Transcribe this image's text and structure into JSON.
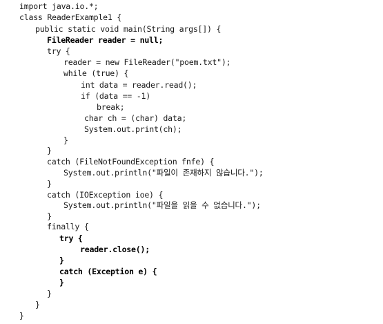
{
  "code": {
    "lines": [
      {
        "text": "import java.io.*;",
        "bold": false
      },
      {
        "text": "class ReaderExample1 {",
        "bold": false
      },
      {
        "text": "public static void main(String args[]) {",
        "bold": false
      },
      {
        "text": "FileReader reader = null;",
        "bold": true
      },
      {
        "text": "try {",
        "bold": false
      },
      {
        "text": "reader = new FileReader(\"poem.txt\");",
        "bold": false
      },
      {
        "text": "while (true) {",
        "bold": false
      },
      {
        "text": "int data = reader.read();",
        "bold": false
      },
      {
        "text": "if (data == -1)",
        "bold": false
      },
      {
        "text": "break;",
        "bold": false
      },
      {
        "text": "char ch = (char) data;",
        "bold": false
      },
      {
        "text": "System.out.print(ch);",
        "bold": false
      },
      {
        "text": "}",
        "bold": false
      },
      {
        "text": "}",
        "bold": false
      },
      {
        "text": "catch (FileNotFoundException fnfe) {",
        "bold": false
      },
      {
        "text": "System.out.println(\"파일이 존재하지 않습니다.\");",
        "bold": false
      },
      {
        "text": "}",
        "bold": false
      },
      {
        "text": "catch (IOException ioe) {",
        "bold": false
      },
      {
        "text": "System.out.println(\"파일을 읽을 수 없습니다.\");",
        "bold": false
      },
      {
        "text": "}",
        "bold": false
      },
      {
        "text": "finally {",
        "bold": false
      },
      {
        "text": "try {",
        "bold": true
      },
      {
        "text": "reader.close();",
        "bold": true
      },
      {
        "text": "}",
        "bold": true
      },
      {
        "text": "catch (Exception e) {",
        "bold": true
      },
      {
        "text": "}",
        "bold": true
      },
      {
        "text": "}",
        "bold": false
      },
      {
        "text": "}",
        "bold": false
      },
      {
        "text": "}",
        "bold": false
      }
    ]
  }
}
